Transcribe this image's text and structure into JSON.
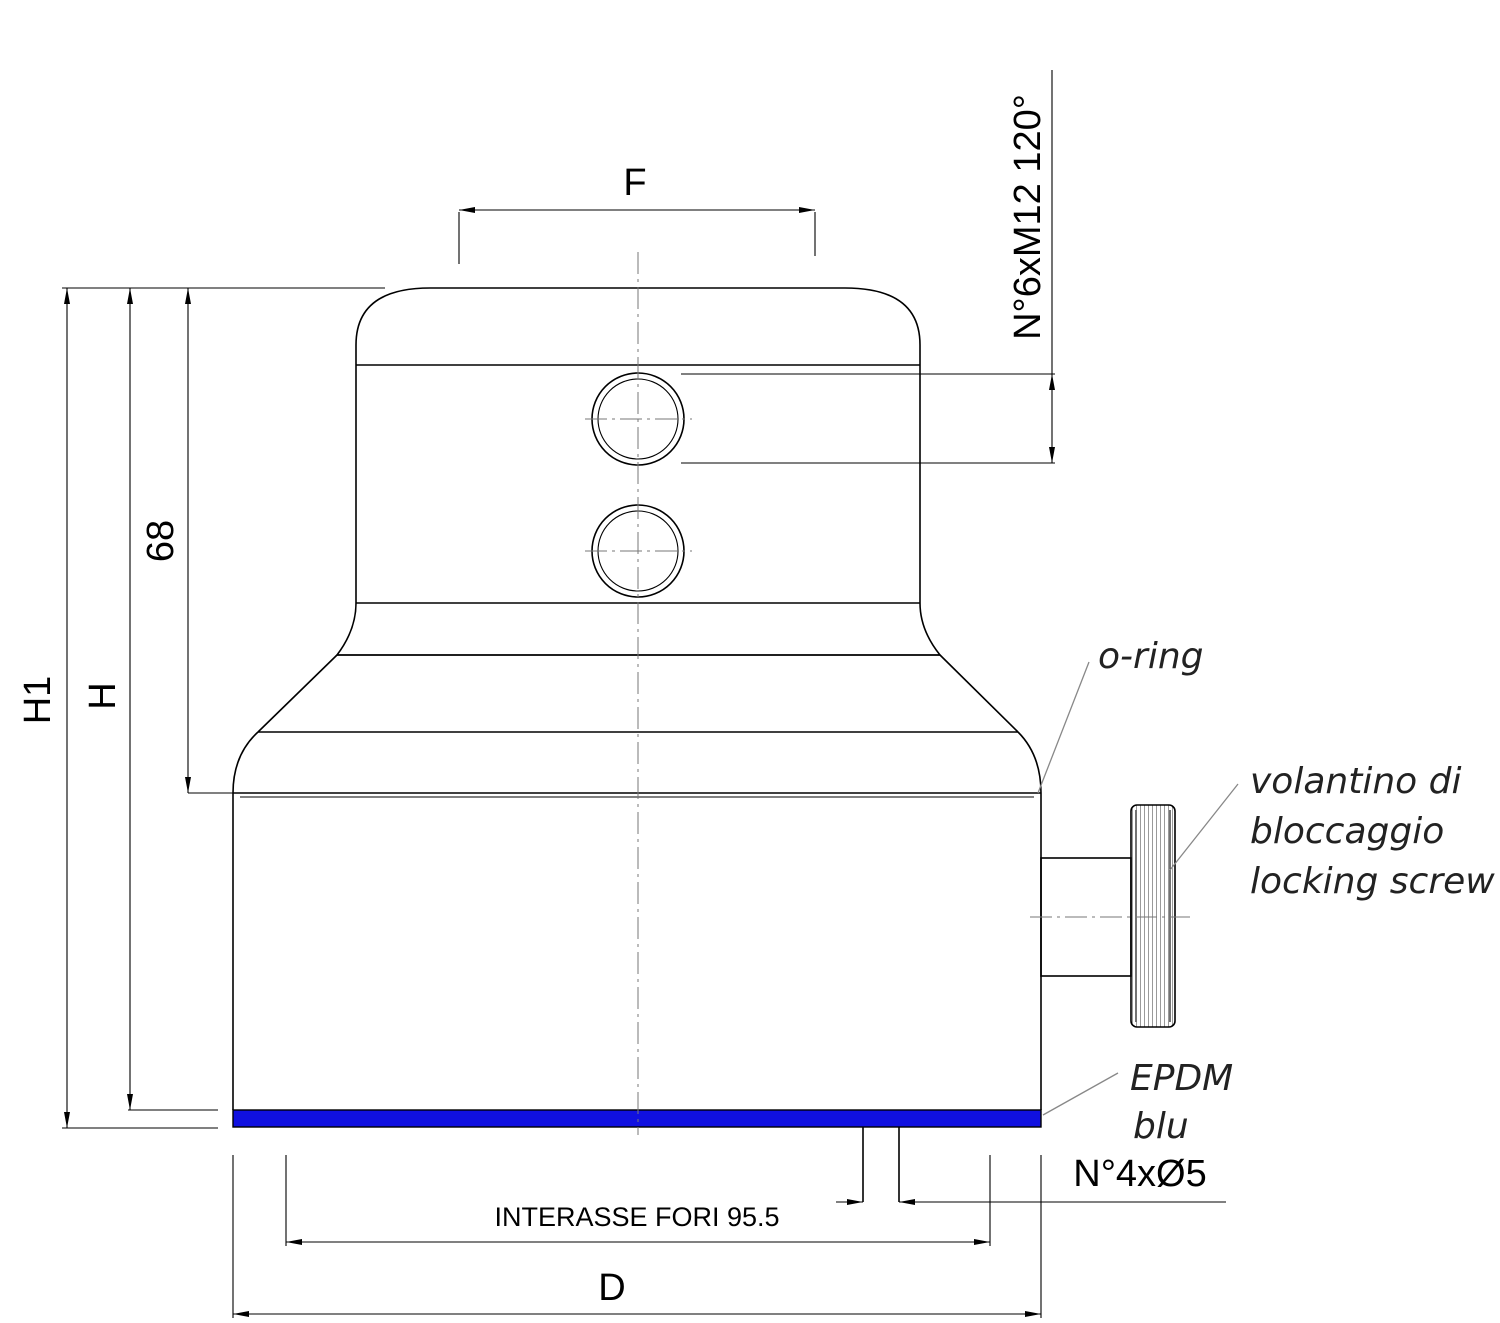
{
  "dimensions": {
    "f": "F",
    "h1": "H1",
    "h": "H",
    "h68": "68",
    "d": "D",
    "interasse": "INTERASSE FORI 95.5",
    "threaded_holes": "N°6xM12 120°",
    "holes_bottom": "N°4xØ5"
  },
  "notes": {
    "oring": "o-ring",
    "volantino_line1": "volantino di",
    "volantino_line2": "bloccaggio",
    "volantino_line3": "locking screw",
    "epdm_line1": "EPDM",
    "epdm_line2": "blu"
  },
  "colors": {
    "gasket": "#1010e0",
    "line": "#000000",
    "leader": "#888888"
  }
}
